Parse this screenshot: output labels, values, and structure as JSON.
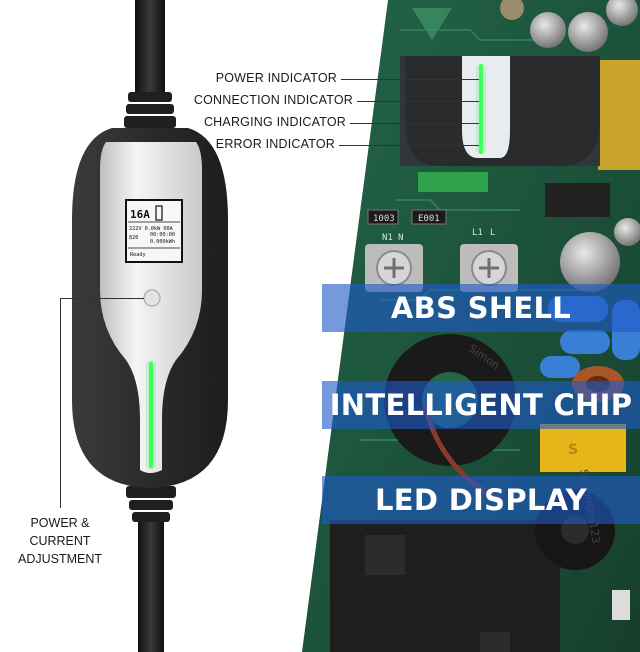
{
  "callouts": {
    "power_indicator": "POWER INDICATOR",
    "connection_indicator": "CONNECTION INDICATOR",
    "charging_indicator": "CHARGING INDICATOR",
    "error_indicator": "ERROR INDICATOR",
    "power_current_line1": "POWER & CURRENT",
    "power_current_line2": "ADJUSTMENT"
  },
  "banners": {
    "abs_shell": "ABS SHELL",
    "intelligent_chip": "INTELLIGENT CHIP",
    "led_display": "LED DISPLAY"
  },
  "lcd": {
    "current": "16A",
    "row1": "222V  0.0kW  00A",
    "row2a": "00:00:00",
    "row2b_left": "820",
    "row2b": "0.000kWh",
    "status": "Ready"
  },
  "pcb": {
    "label_1003": "1003",
    "label_e001": "E001",
    "label_n1": "N1",
    "label_n": "N",
    "label_l1": "L1",
    "label_l": "L",
    "label_simon": "Simon",
    "label_simonsen": "Simonsen123"
  },
  "colors": {
    "banner_blue": "#1e5ac8",
    "led_green": "#3dff5a",
    "pcb_green": "#1f5a3c",
    "shell_dark": "#2e2f31"
  }
}
